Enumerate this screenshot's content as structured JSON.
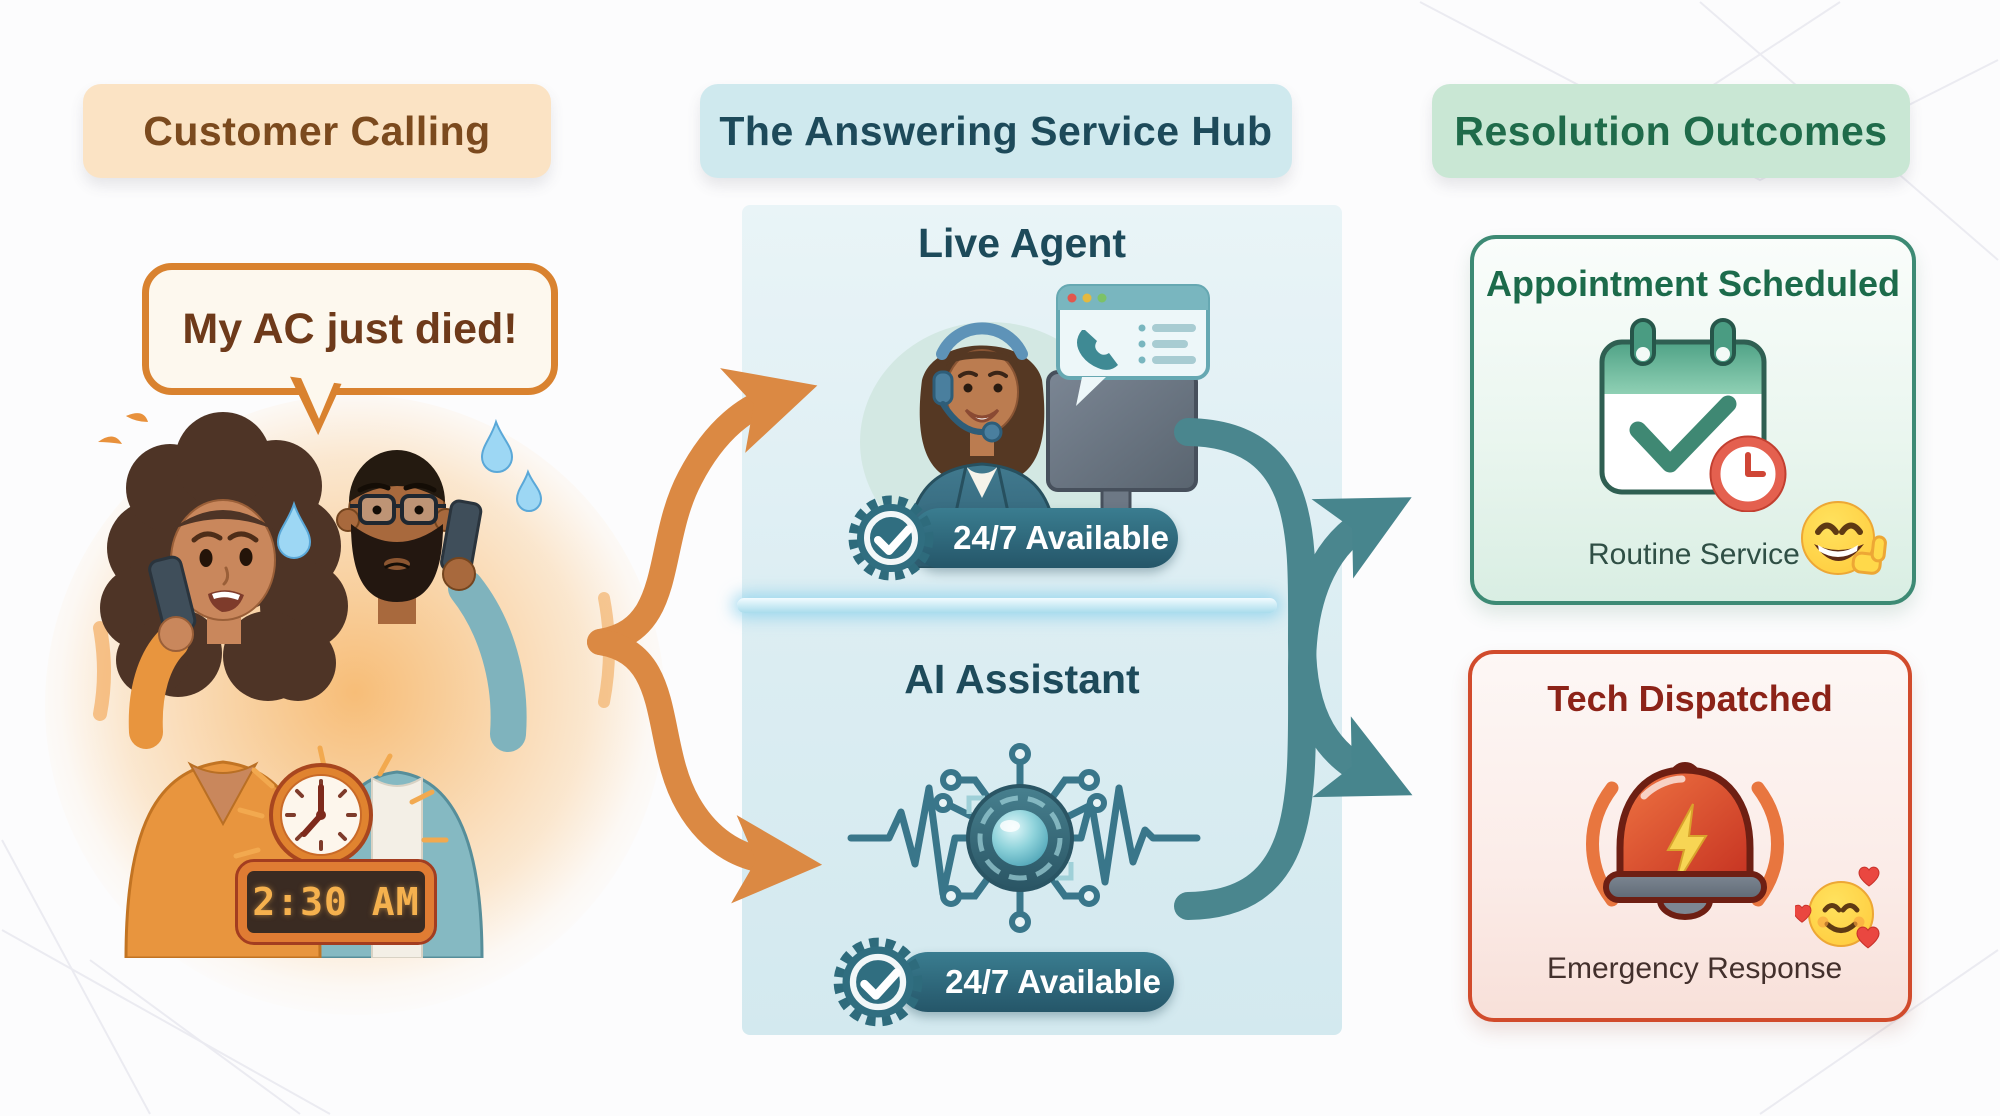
{
  "headers": {
    "left": "Customer Calling",
    "center": "The Answering Service Hub",
    "right": "Resolution Outcomes"
  },
  "customer": {
    "speech_bubble": "My AC just died!",
    "clock_time": "2:30 AM"
  },
  "hub": {
    "live_agent": {
      "title": "Live Agent",
      "badge": "24/7 Available"
    },
    "ai_assistant": {
      "title": "AI Assistant",
      "badge": "24/7 Available"
    }
  },
  "outcomes": {
    "appointment": {
      "title": "Appointment Scheduled",
      "caption": "Routine Service"
    },
    "tech": {
      "title": "Tech Dispatched",
      "caption": "Emergency Response"
    }
  },
  "icons": {
    "speech_bubble": "speech-bubble",
    "analog_clock": "analog-clock-icon",
    "digital_clock": "digital-clock",
    "customers": "worried-couple-illustration",
    "branch_arrow": "orange-branch-arrow",
    "crossing_arrows": "teal-crossing-arrows",
    "agent": "call-center-agent-illustration",
    "call_window": "call-window-icon",
    "check_seal": "check-seal-icon",
    "ai_core": "ai-core-circuit-icon",
    "waveform": "waveform-icon",
    "calendar": "calendar-check-icon",
    "clock_badge": "clock-badge-icon",
    "smiley": "smiley-thumbs-up-emoji",
    "bell": "alarm-bell-icon",
    "hearts_face": "smiling-face-with-hearts-emoji"
  },
  "colors": {
    "header_left_bg": "#fbe3c4",
    "header_left_text": "#7b4a1e",
    "header_center_bg": "#cfe9ee",
    "header_center_text": "#1d4a5a",
    "header_right_bg": "#c9e7d4",
    "header_right_text": "#1f6b4a",
    "bubble_border": "#d9822f",
    "orange_arrow": "#db8943",
    "teal_arrow": "#4a868e",
    "badge_bg": "#2e6b7c",
    "appointment_border": "#3d8a74",
    "tech_border": "#d14b2c"
  }
}
